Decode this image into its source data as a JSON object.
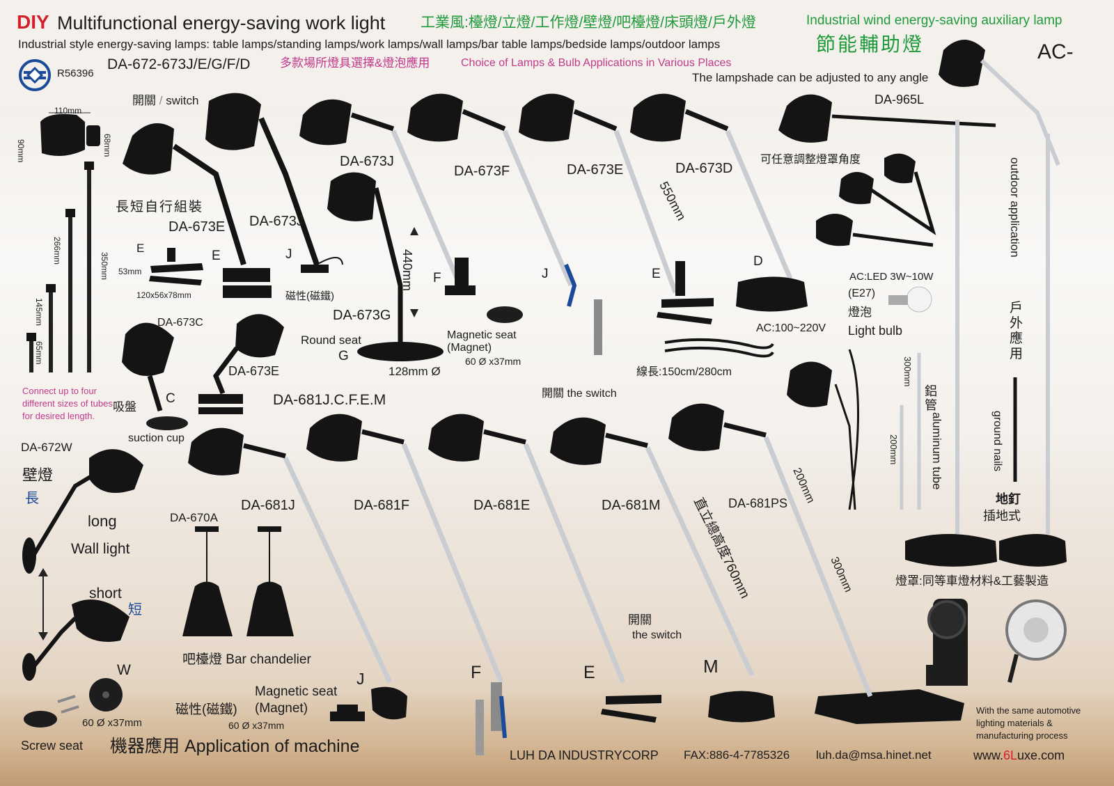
{
  "header": {
    "diy": "DIY",
    "title_en": "Multifunctional energy-saving work light",
    "title_cn": "工業風:檯燈/立燈/工作燈/壁燈/吧檯燈/床頭燈/戶外燈",
    "subtitle_en": "Industrial style energy-saving lamps: table lamps/standing lamps/work lamps/wall lamps/bar table lamps/bedside lamps/outdoor lamps",
    "aux_en": "Industrial wind energy-saving auxiliary lamp",
    "aux_cn": "節能輔助燈",
    "series_code": "AC-",
    "cert_no": "R56396",
    "models": "DA-672-673J/E/G/F/D",
    "choice_cn": "多款場所燈具選擇&燈泡應用",
    "choice_en": "Choice of Lamps & Bulb Applications in Various Places",
    "adjust_en": "The lampshade can be adjusted to any angle",
    "adjust_cn": "可任意調整燈罩角度"
  },
  "left_panel": {
    "dim_110": "110mm",
    "dim_90": "90mm",
    "dim_68": "68mm",
    "dim_266": "266mm",
    "dim_350": "350mm",
    "dim_145": "145mm",
    "dim_65": "65mm",
    "switch_cn": "開關",
    "switch_sep": "/",
    "switch_en": "switch",
    "assemble_cn": "長短自行組裝",
    "connect_note": "Connect up to four different sizes of tubes for desired length.",
    "da672w": "DA-672W",
    "wall_cn": "壁燈",
    "long_cn": "長",
    "long_en": "long",
    "wall_en": "Wall light",
    "short_en": "short",
    "short_cn": "短",
    "w_letter": "W",
    "screw_dim": "60 Ø x37mm",
    "screw_seat": "Screw seat"
  },
  "top_lamps": {
    "da673e_a": "DA-673E",
    "da673j_a": "DA-673J",
    "e_letter": "E",
    "e_letter2": "E",
    "j_letter": "J",
    "clamp_dim_53": "53mm",
    "clamp_dim": "120x56x78mm",
    "magnet_cn": "磁性(磁鐵)",
    "da673c": "DA-673C",
    "c_letter": "C",
    "suction_cn": "吸盤",
    "suction_en": "suction cup",
    "da673e_b": "DA-673E",
    "da681_group": "DA-681J.C.F.E.M",
    "da673j_b": "DA-673J",
    "da673g": "DA-673G",
    "dim_440": "440mm",
    "round_seat": "Round seat",
    "g_letter": "G",
    "dim_128": "128mm Ø",
    "f_letter": "F",
    "magnetic_seat": "Magnetic seat",
    "magnet_en": "(Magnet)",
    "magnet_dim": "60 Ø x37mm",
    "da673f": "DA-673F",
    "j_letter2": "J",
    "da673e_c": "DA-673E",
    "dim_550": "550mm",
    "e_letter3": "E",
    "da673d": "DA-673D",
    "d_letter": "D",
    "ac_voltage": "AC:100~220V",
    "cord_length": "線長:150cm/280cm",
    "switch_label": "開關 the switch"
  },
  "right_panel": {
    "da965l": "DA-965L",
    "outdoor_en": "outdoor application",
    "outdoor_cn": "戶外應用",
    "bulb_spec": "AC:LED 3W~10W",
    "bulb_base": "(E27)",
    "bulb_cn": "燈泡",
    "bulb_en": "Light bulb",
    "dim_300": "300mm",
    "dim_200": "200mm",
    "alu_cn": "鋁管",
    "alu_en": "aluminum tube",
    "ground_nails_en": "ground nails",
    "ground_cn": "地釘",
    "ground_plug_cn": "插地式",
    "shade_note": "燈罩:同等車燈材料&工藝製造",
    "machine_note": "With the same automotive lighting materials & manufacturing process",
    "website_pre": "www.",
    "website_mid": "6L",
    "website_post": "uxe.com"
  },
  "bottom_lamps": {
    "da681j": "DA-681J",
    "da681f": "DA-681F",
    "da681e": "DA-681E",
    "da681m": "DA-681M",
    "da681ps": "DA-681PS",
    "da670a": "DA-670A",
    "bar_chandelier": "吧檯燈 Bar chandelier",
    "magnet_cn": "磁性(磁鐵)",
    "magnetic_seat": "Magnetic seat",
    "magnet_en": "(Magnet)",
    "magnet_dim": "60 Ø x37mm",
    "j_letter": "J",
    "f_letter": "F",
    "e_letter": "E",
    "m_letter": "M",
    "height_cn": "直立總高度760mm",
    "dim_200": "200mm",
    "dim_300": "300mm",
    "switch_cn": "開關",
    "switch_en": "the switch",
    "machine_app": "機器應用 Application of machine"
  },
  "footer": {
    "company": "LUH DA INDUSTRYCORP",
    "fax": "FAX:886-4-7785326",
    "email": "luh.da@msa.hinet.net"
  },
  "colors": {
    "lamp_black": "#141414",
    "pole_silver": "#c9cdd2",
    "green": "#1f9a3a",
    "pink": "#c2388a",
    "red": "#d4202a",
    "blue": "#1b4a9a"
  }
}
